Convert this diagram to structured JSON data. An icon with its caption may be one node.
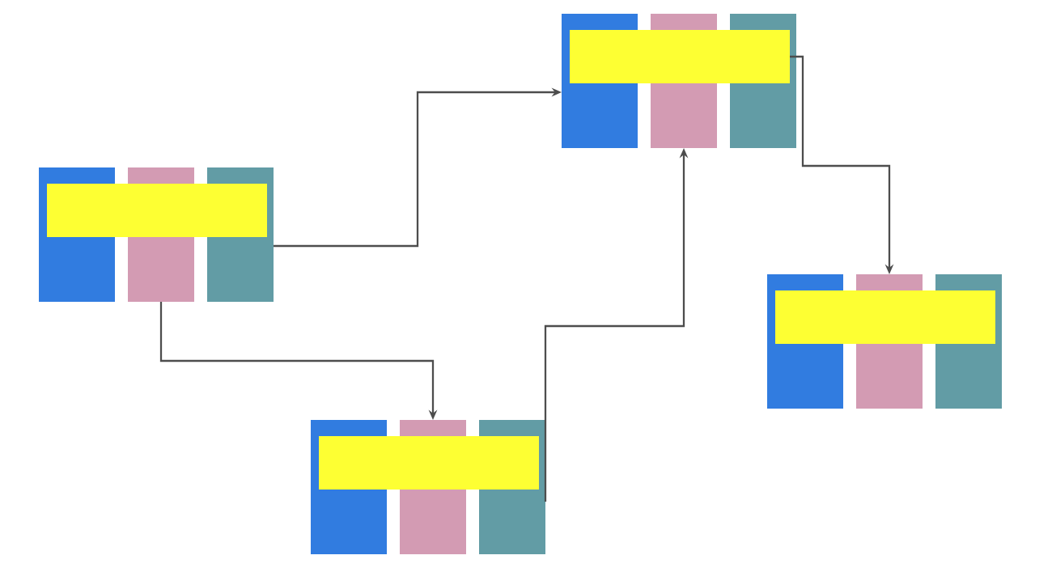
{
  "diagram": {
    "nodes": [
      {
        "text": [],
        "shape": "bar"
      },
      {
        "text": [],
        "shape": "bar"
      },
      {
        "text": [],
        "shape": "bar"
      },
      {
        "text": [],
        "shape": "bar"
      },
      {
        "text": [],
        "shape": "bar"
      },
      {
        "text": [],
        "shape": "bar"
      },
      {
        "text": [],
        "shape": "bar"
      },
      {
        "text": [],
        "shape": "bar"
      },
      {
        "text": [],
        "shape": "bar"
      },
      {
        "text": [],
        "shape": "bar"
      },
      {
        "text": [],
        "shape": "bar"
      },
      {
        "text": [],
        "shape": "bar"
      },
      {
        "text": [],
        "shape": "bar"
      },
      {
        "text": [],
        "shape": "bar"
      },
      {
        "text": [],
        "shape": "bar"
      },
      {
        "text": [],
        "shape": "bar"
      }
    ],
    "edges": [
      {
        "from": 6,
        "to": 0,
        "arrow": "to"
      },
      {
        "from": 5,
        "to": 13,
        "arrow": "to"
      },
      {
        "from": 14,
        "to": 1,
        "arrow": "to"
      },
      {
        "from": 3,
        "to": 9,
        "arrow": "to"
      }
    ]
  }
}
